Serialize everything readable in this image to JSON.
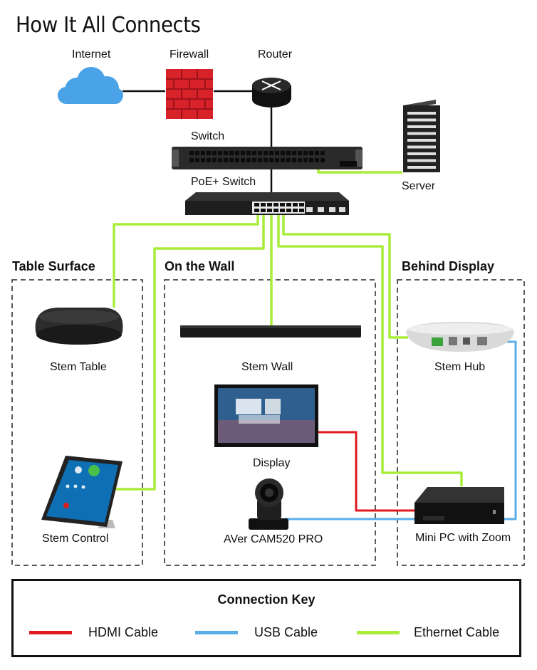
{
  "title": "How It All Connects",
  "devices": {
    "internet": "Internet",
    "firewall": "Firewall",
    "router": "Router",
    "switch": "Switch",
    "poe_switch": "PoE+ Switch",
    "server": "Server",
    "stem_table": "Stem Table",
    "stem_control": "Stem Control",
    "stem_wall": "Stem Wall",
    "display": "Display",
    "aver_cam": "AVer CAM520 PRO",
    "stem_hub": "Stem Hub",
    "mini_pc": "Mini PC with Zoom"
  },
  "sections": {
    "table_surface": "Table Surface",
    "on_the_wall": "On the Wall",
    "behind_display": "Behind Display"
  },
  "key": {
    "title": "Connection Key",
    "hdmi": "HDMI Cable",
    "usb": "USB Cable",
    "ethernet": "Ethernet Cable"
  },
  "colors": {
    "hdmi": "#e0181f",
    "usb": "#5aaee8",
    "ethernet": "#a9ec3a",
    "cloud": "#4aa3e6",
    "firewall": "#d8222a"
  }
}
